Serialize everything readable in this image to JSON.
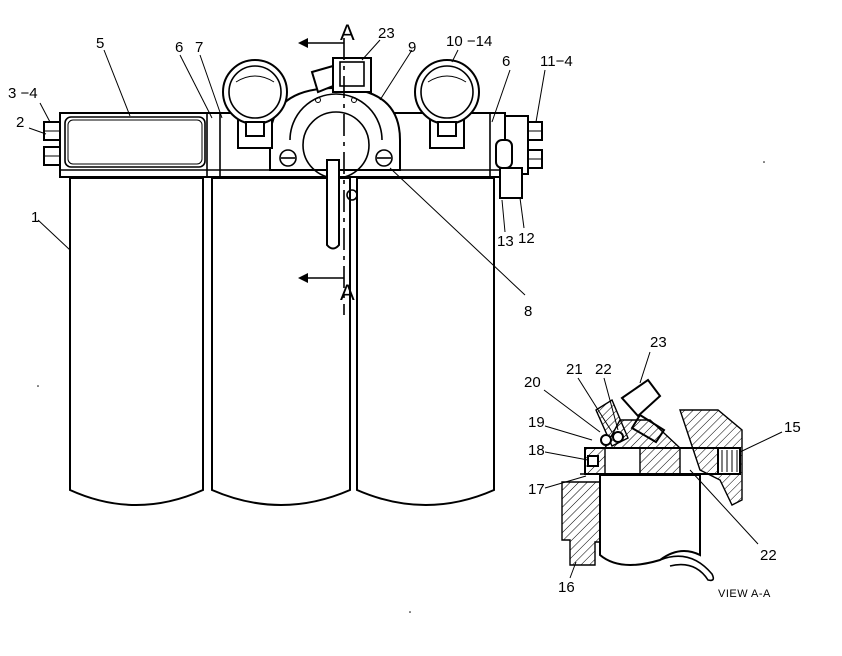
{
  "diagram": {
    "part_callouts": [
      {
        "id": "lbl-1",
        "text": "1"
      },
      {
        "id": "lbl-2",
        "text": "2"
      },
      {
        "id": "lbl-3-4",
        "text": "3 −4"
      },
      {
        "id": "lbl-5",
        "text": "5"
      },
      {
        "id": "lbl-6a",
        "text": "6"
      },
      {
        "id": "lbl-7",
        "text": "7"
      },
      {
        "id": "lbl-23a",
        "text": "23"
      },
      {
        "id": "lbl-9",
        "text": "9"
      },
      {
        "id": "lbl-10-14",
        "text": "10 −14"
      },
      {
        "id": "lbl-6b",
        "text": "6"
      },
      {
        "id": "lbl-11-4",
        "text": "11−4"
      },
      {
        "id": "lbl-13",
        "text": "13"
      },
      {
        "id": "lbl-12",
        "text": "12"
      },
      {
        "id": "lbl-8",
        "text": "8"
      }
    ],
    "section_marks": [
      {
        "id": "sec-top",
        "text": "A"
      },
      {
        "id": "sec-bottom",
        "text": "A"
      }
    ],
    "section_view": {
      "title": "VIEW A-A",
      "callouts": [
        {
          "id": "lbl-23b",
          "text": "23"
        },
        {
          "id": "lbl-20",
          "text": "20"
        },
        {
          "id": "lbl-21",
          "text": "21"
        },
        {
          "id": "lbl-22a",
          "text": "22"
        },
        {
          "id": "lbl-15",
          "text": "15"
        },
        {
          "id": "lbl-19",
          "text": "19"
        },
        {
          "id": "lbl-18",
          "text": "18"
        },
        {
          "id": "lbl-17",
          "text": "17"
        },
        {
          "id": "lbl-22b",
          "text": "22"
        },
        {
          "id": "lbl-16",
          "text": "16"
        }
      ]
    }
  }
}
